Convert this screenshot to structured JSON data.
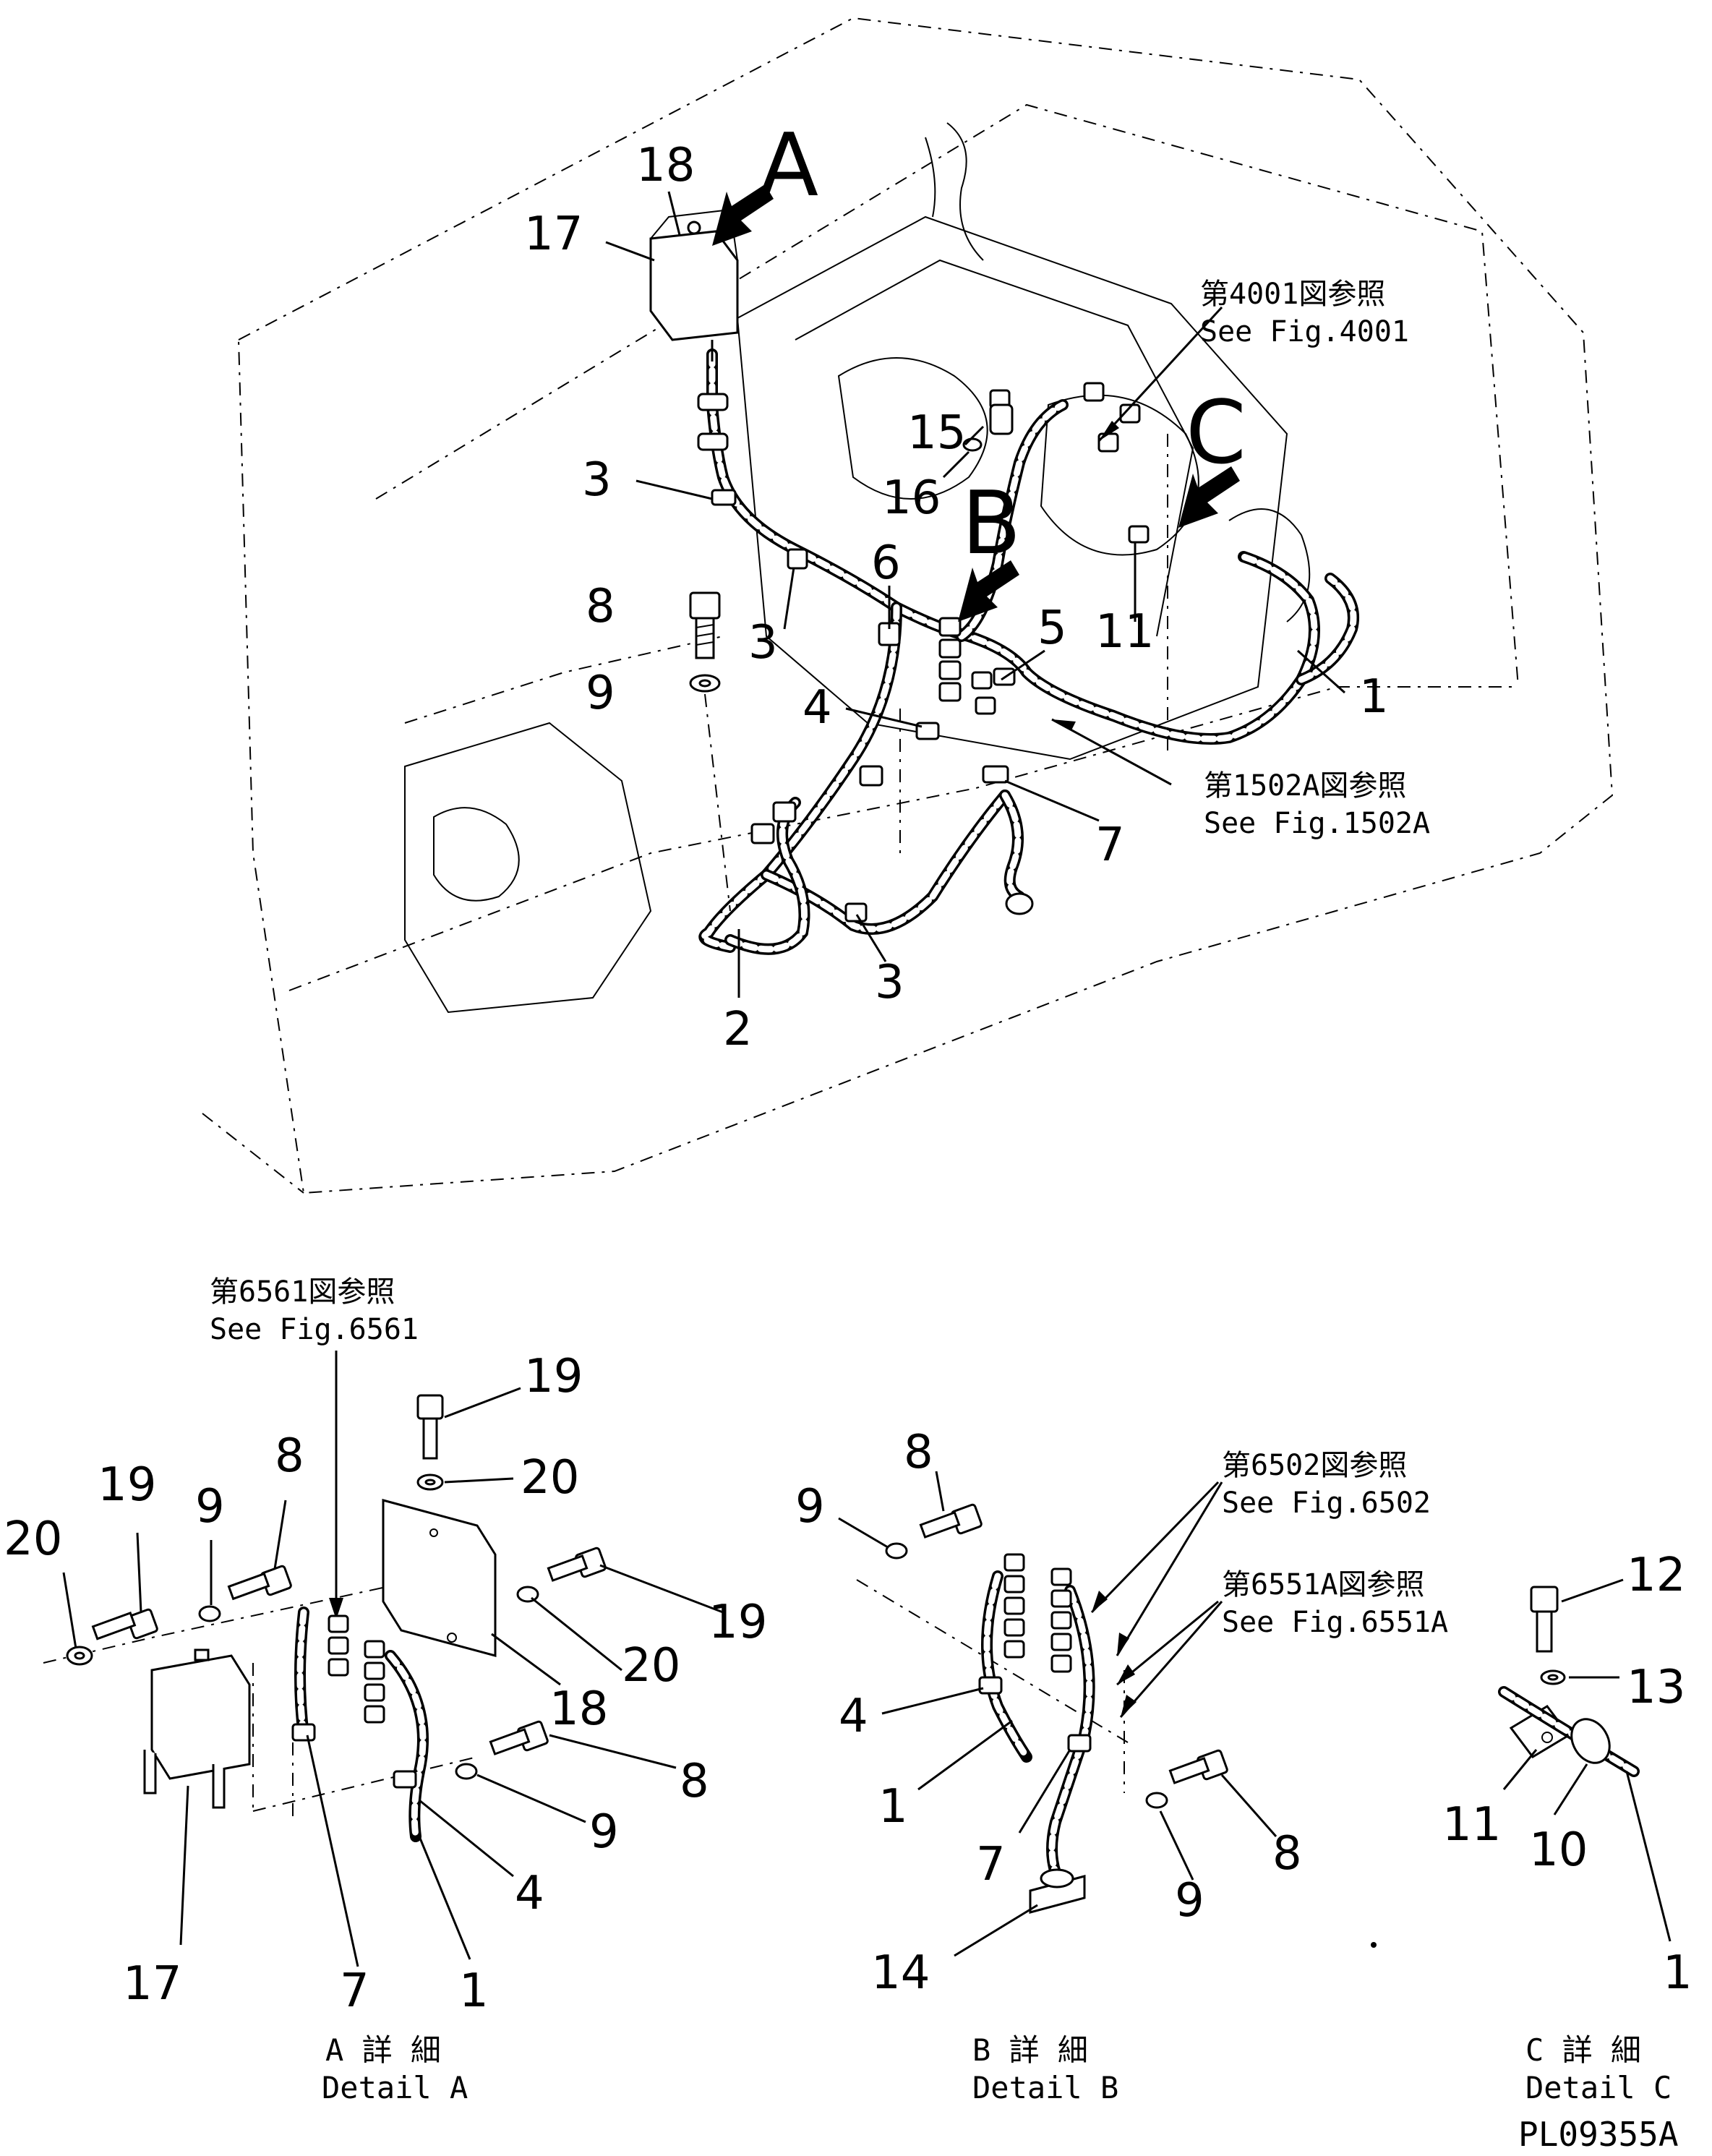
{
  "main_view": {
    "arrows": [
      "A",
      "B",
      "C"
    ],
    "callouts": [
      "1",
      "2",
      "3",
      "3",
      "3",
      "4",
      "5",
      "6",
      "7",
      "8",
      "9",
      "11",
      "15",
      "16",
      "17",
      "18"
    ],
    "refs": [
      {
        "jp": "第4001図参照",
        "en": "See Fig.4001"
      },
      {
        "jp": "第1502A図参照",
        "en": "See Fig.1502A"
      }
    ]
  },
  "detail_a": {
    "ref": {
      "jp": "第6561図参照",
      "en": "See Fig.6561"
    },
    "callouts": [
      "20",
      "19",
      "9",
      "8",
      "19",
      "20",
      "19",
      "20",
      "18",
      "8",
      "9",
      "4",
      "17",
      "7",
      "1"
    ],
    "caption_jp": "A 詳 細",
    "caption_en": "Detail A"
  },
  "detail_b": {
    "refs": [
      {
        "jp": "第6502図参照",
        "en": "See Fig.6502"
      },
      {
        "jp": "第6551A図参照",
        "en": "See Fig.6551A"
      }
    ],
    "callouts": [
      "8",
      "9",
      "4",
      "1",
      "7",
      "8",
      "9",
      "14"
    ],
    "caption_jp": "B 詳 細",
    "caption_en": "Detail B"
  },
  "detail_c": {
    "callouts": [
      "12",
      "13",
      "11",
      "10",
      "1"
    ],
    "caption_jp": "C 詳 細",
    "caption_en": "Detail C"
  },
  "drawing_code": "PL09355A"
}
